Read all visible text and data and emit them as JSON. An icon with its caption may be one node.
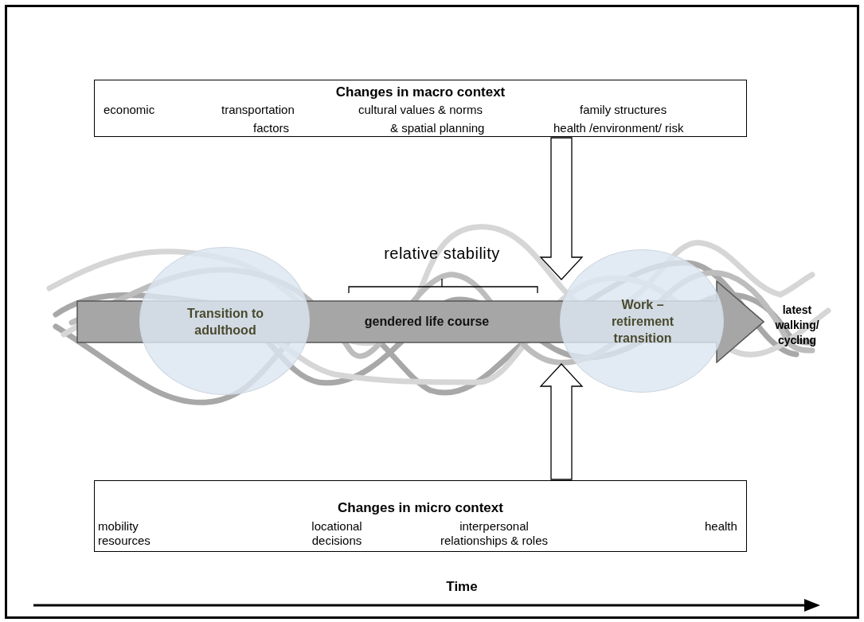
{
  "diagram": {
    "nodes": [
      {
        "text": [
          "Changes in macro context",
          "economic",
          "transportation",
          "cultural values & norms",
          "family structures",
          "factors",
          "& spatial planning",
          "health /environment/ risk"
        ]
      },
      {
        "text": [
          "gendered life course"
        ]
      },
      {
        "text": [
          "Transition to adulthood"
        ]
      },
      {
        "text": [
          "Work – retirement transition"
        ]
      },
      {
        "text": [
          "Changes in micro context",
          "mobility resources",
          "locational decisions",
          "interpersonal relationships & roles",
          "health"
        ]
      }
    ],
    "edges": [
      {
        "from": 0,
        "to": 1,
        "arrow": "to"
      },
      {
        "from": 4,
        "to": 1,
        "arrow": "to"
      }
    ],
    "labels": [
      "relative stability",
      "latest walking/ cycling",
      "Time"
    ]
  }
}
